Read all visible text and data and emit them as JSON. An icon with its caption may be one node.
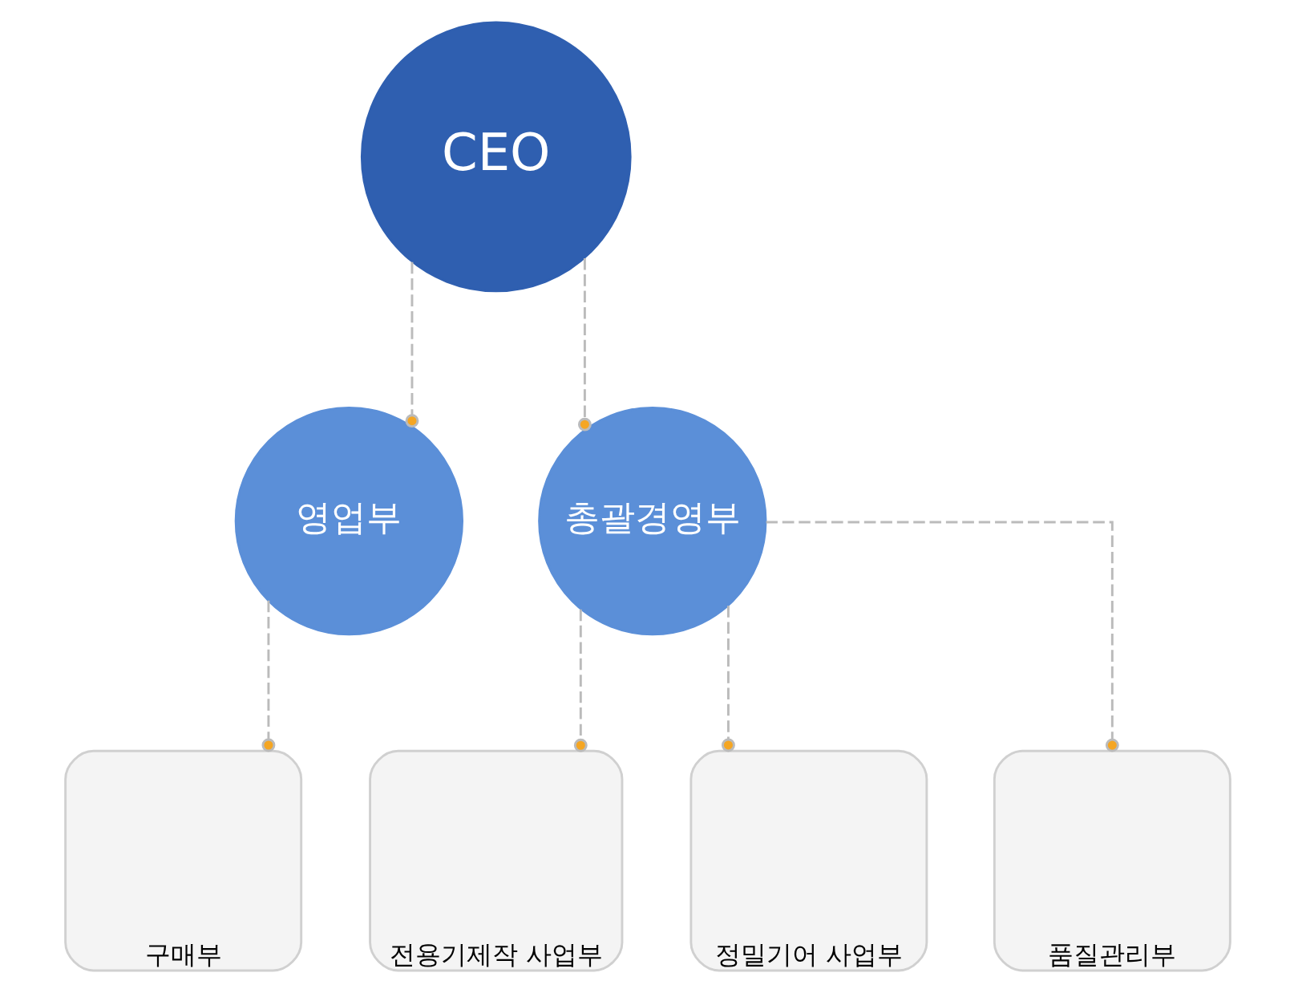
{
  "diagram": {
    "nodes": [
      {
        "text": [
          "CEO"
        ]
      },
      {
        "text": [
          "영업부"
        ]
      },
      {
        "text": [
          "총괄경영부"
        ]
      },
      {
        "text": [
          "구매부"
        ]
      },
      {
        "text": [
          "전용기제작 사업부"
        ]
      },
      {
        "text": [
          "정밀기어 사업부"
        ]
      },
      {
        "text": [
          "품질관리부"
        ]
      }
    ],
    "edges": [
      {
        "from": 0,
        "to": 1,
        "arrow": "other",
        "style": "dashed"
      },
      {
        "from": 0,
        "to": 2,
        "arrow": "other",
        "style": "dashed"
      },
      {
        "from": 1,
        "to": 3,
        "arrow": "other",
        "style": "dashed"
      },
      {
        "from": 2,
        "to": 4,
        "arrow": "other",
        "style": "dashed"
      },
      {
        "from": 2,
        "to": 5,
        "arrow": "other",
        "style": "dashed"
      },
      {
        "from": 2,
        "to": 6,
        "arrow": "other",
        "style": "dashed"
      }
    ]
  }
}
